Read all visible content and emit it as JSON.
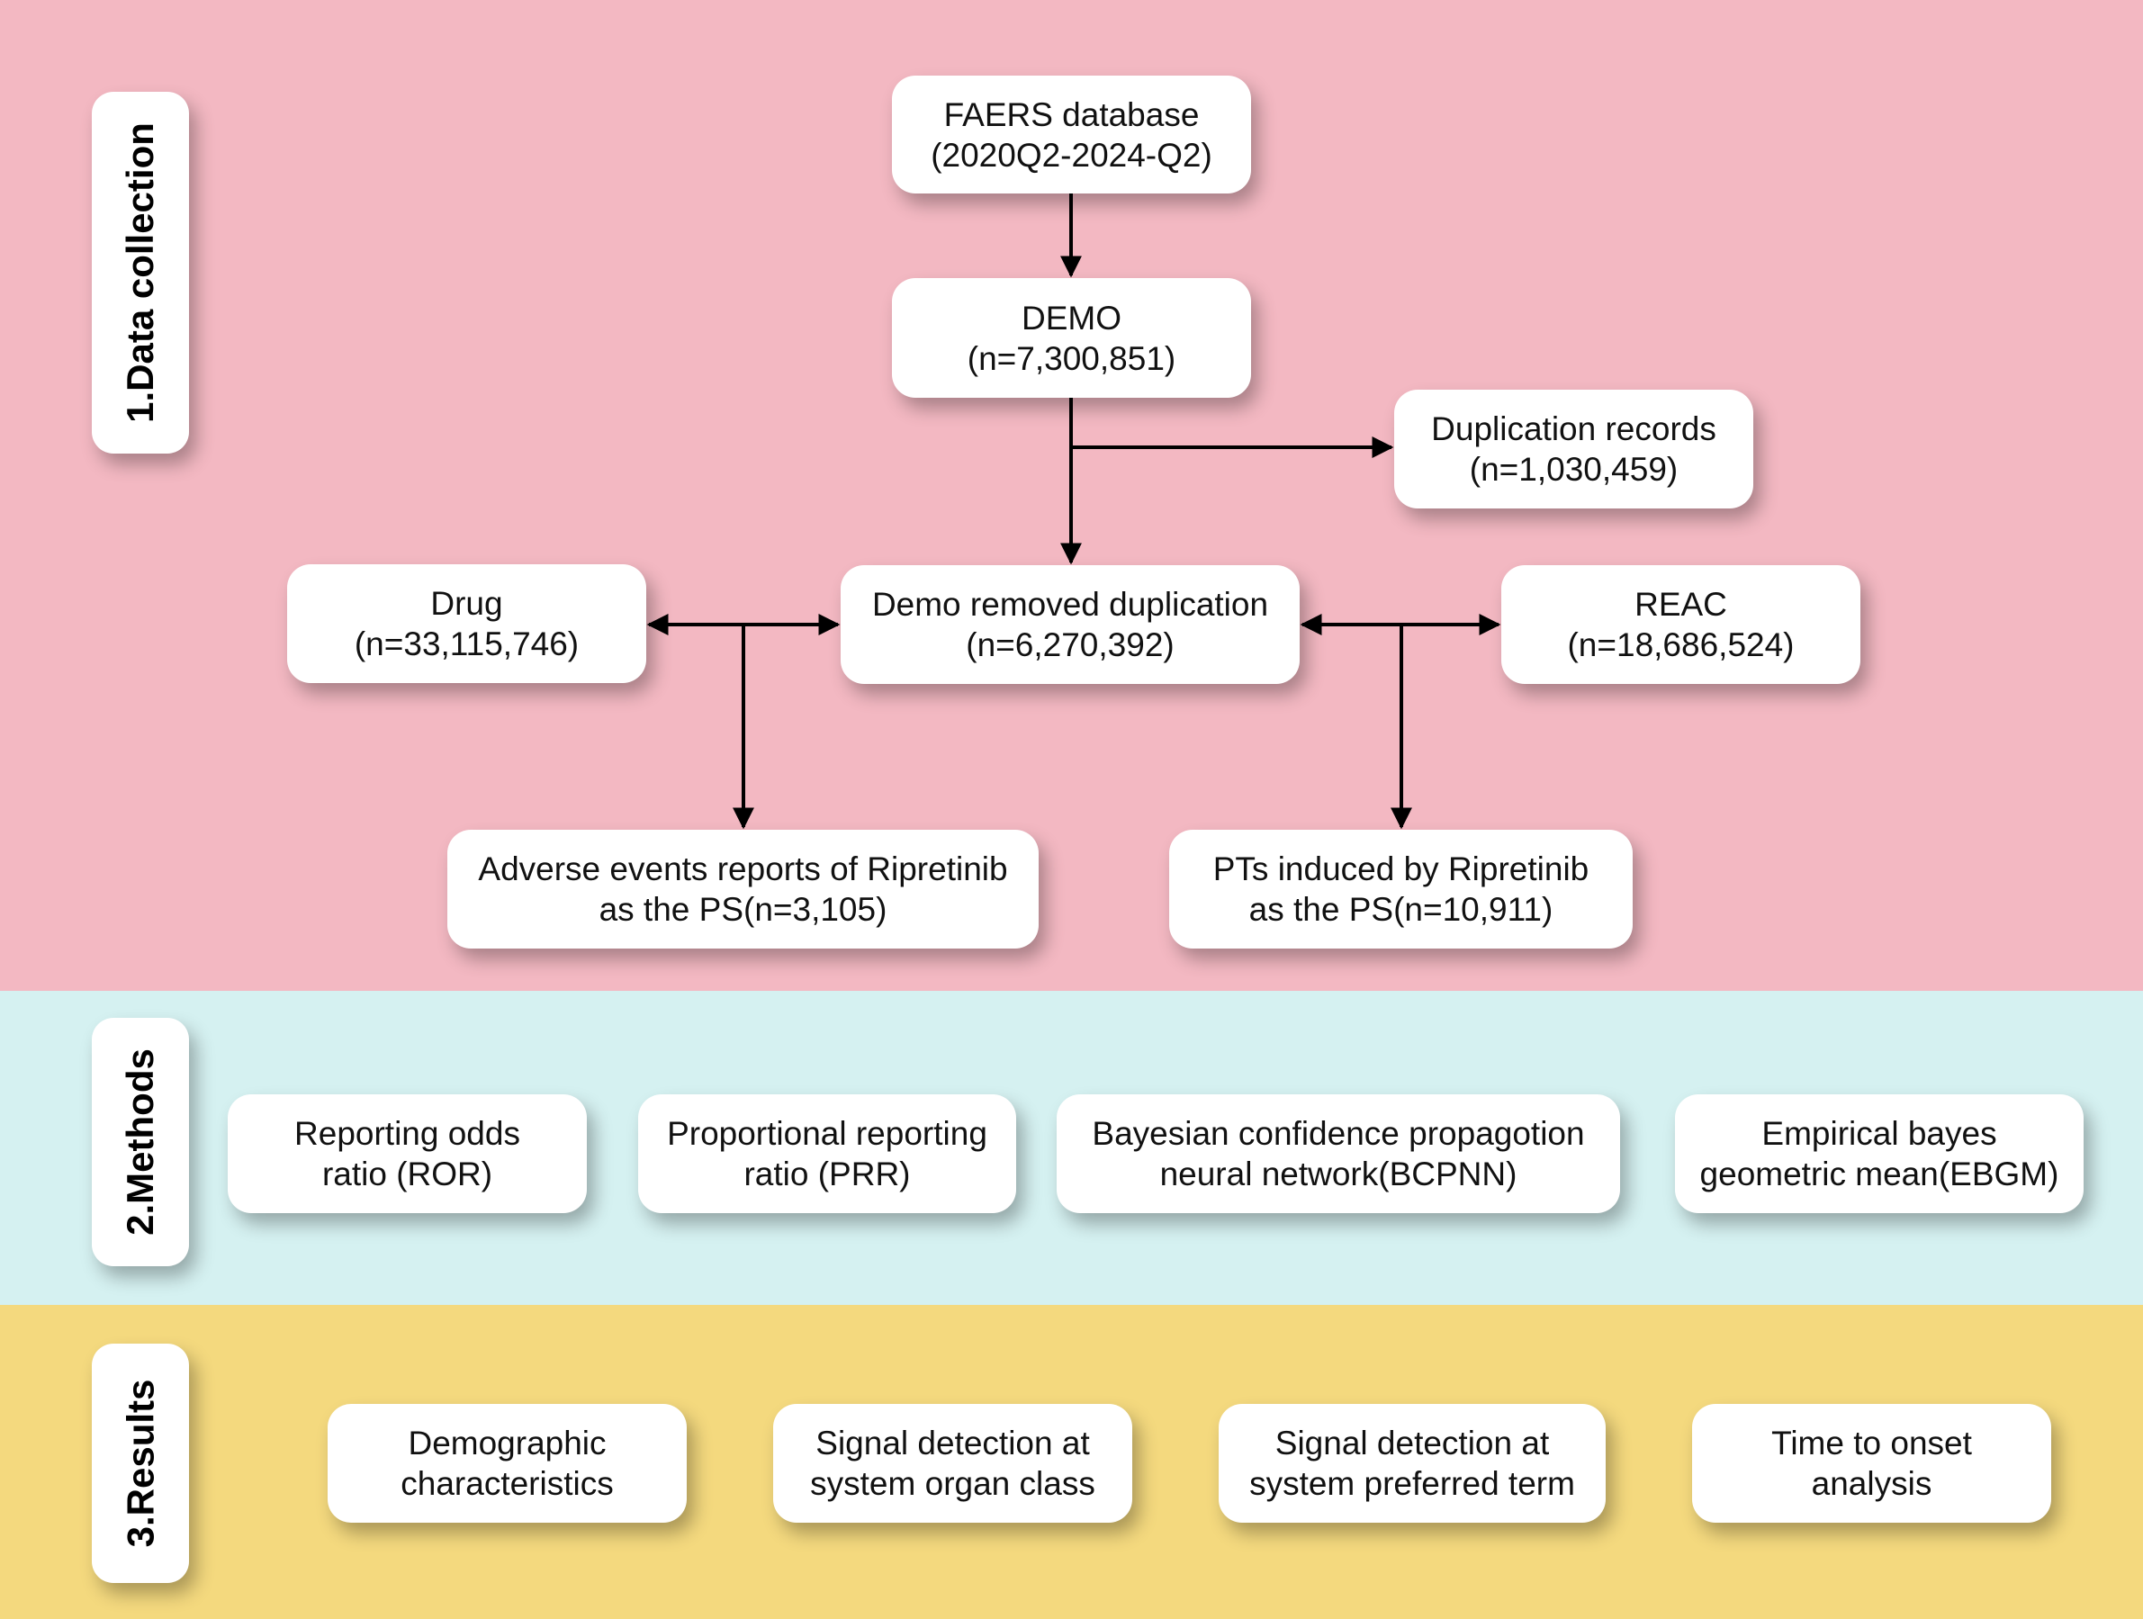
{
  "sections": {
    "data_collection": "1.Data collection",
    "methods": "2.Methods",
    "results": "3.Results"
  },
  "flow": {
    "faers": {
      "line1": "FAERS database",
      "line2": "(2020Q2-2024-Q2)"
    },
    "demo": {
      "line1": "DEMO",
      "line2": "(n=7,300,851)"
    },
    "duplication": {
      "line1": "Duplication records",
      "line2": "(n=1,030,459)"
    },
    "demo_removed": {
      "line1": "Demo removed duplication",
      "line2": "(n=6,270,392)"
    },
    "drug": {
      "line1": "Drug",
      "line2": "(n=33,115,746)"
    },
    "reac": {
      "line1": "REAC",
      "line2": "(n=18,686,524)"
    },
    "adverse_events": {
      "line1": "Adverse events reports of Ripretinib",
      "line2": "as the PS(n=3,105)"
    },
    "pts_induced": {
      "line1": "PTs induced by Ripretinib",
      "line2": "as the PS(n=10,911)"
    }
  },
  "methods": [
    {
      "line1": "Reporting odds",
      "line2": "ratio (ROR)"
    },
    {
      "line1": "Proportional reporting",
      "line2": "ratio (PRR)"
    },
    {
      "line1": "Bayesian confidence propagotion",
      "line2": "neural network(BCPNN)"
    },
    {
      "line1": "Empirical bayes",
      "line2": "geometric mean(EBGM)"
    }
  ],
  "results": [
    {
      "line1": "Demographic",
      "line2": "characteristics"
    },
    {
      "line1": "Signal detection at",
      "line2": "system organ class"
    },
    {
      "line1": "Signal detection at",
      "line2": "system preferred term"
    },
    {
      "line1": "Time to onset",
      "line2": "analysis"
    }
  ],
  "colors": {
    "data_collection_band": "#f3b8c2",
    "methods_band": "#d5f1f1",
    "results_band": "#f4d97e",
    "box_fill": "#ffffff",
    "arrow": "#000000"
  }
}
